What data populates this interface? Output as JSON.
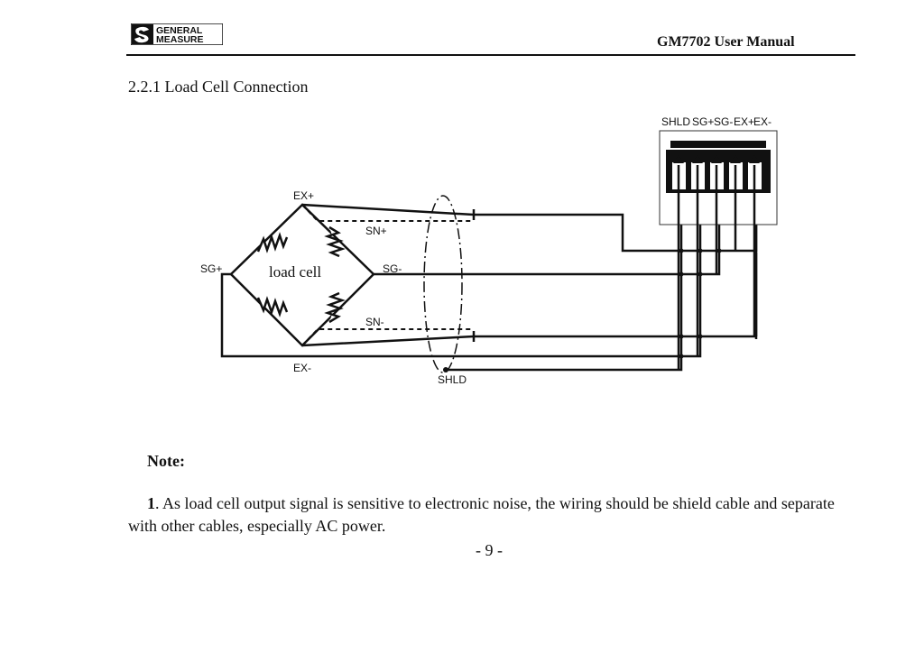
{
  "header": {
    "logo_line1": "GENERAL",
    "logo_line2": "MEASURE",
    "manual_title": "GM7702 User Manual"
  },
  "section": {
    "heading": "2.2.1 Load Cell Connection"
  },
  "diagram": {
    "load_cell_label": "load cell",
    "bridge_labels": {
      "ex_plus": "EX+",
      "ex_minus": "EX-",
      "sg_plus": "SG+",
      "sg_minus": "SG-",
      "sn_plus": "SN+",
      "sn_minus": "SN-",
      "shld": "SHLD"
    },
    "terminal_labels": [
      "SHLD",
      "SG+",
      "SG-",
      "EX+",
      "EX-"
    ]
  },
  "note": {
    "heading": "Note:",
    "item_number": "1",
    "item_text": ". As load cell output signal is sensitive to electronic noise, the wiring should be shield cable and separate with other cables, especially AC power."
  },
  "footer": {
    "page_number": "- 9 -"
  }
}
